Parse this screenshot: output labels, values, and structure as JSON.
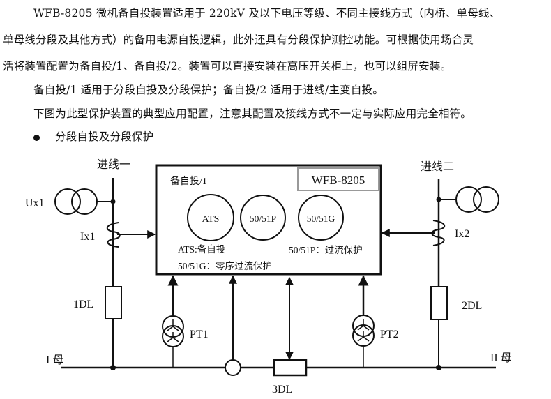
{
  "paragraphs": [
    "WFB-8205 微机备自投装置适用于 220kV 及以下电压等级、不同主接线方式（内桥、单母线、",
    "单母线分段及其他方式）的备用电源自投逻辑，此外还具有分段保护测控功能。可根据使用场合灵",
    "活将装置配置为备自投/1、备自投/2。装置可以直接安装在高压开关柜上，也可以组屏安装。",
    "备自投/1 适用于分段自投及分段保护；备自投/2 适用于进线/主变自投。",
    "下图为此型保护装置的典型应用配置，注意其配置及接线方式不一定与实际应用完全相符。"
  ],
  "bullet": "分段自投及分段保护",
  "diagram": {
    "line1_label": "进线一",
    "line2_label": "进线二",
    "vt1_label": "Ux1",
    "ct1_label": "Ix1",
    "ct2_label": "Ix2",
    "breaker1_label": "1DL",
    "breaker2_label": "2DL",
    "breaker3_label": "3DL",
    "pt1_label": "PT1",
    "pt2_label": "PT2",
    "bus1_label": "I 母",
    "bus2_label": "II 母",
    "device": {
      "model": "WFB-8205",
      "mode": "备自投/1",
      "functions": [
        "ATS",
        "50/51P",
        "50/51G"
      ],
      "legend": {
        "ats": "ATS:备自投",
        "p": "50/51P：过流保护",
        "g": "50/51G：零序过流保护"
      }
    }
  }
}
